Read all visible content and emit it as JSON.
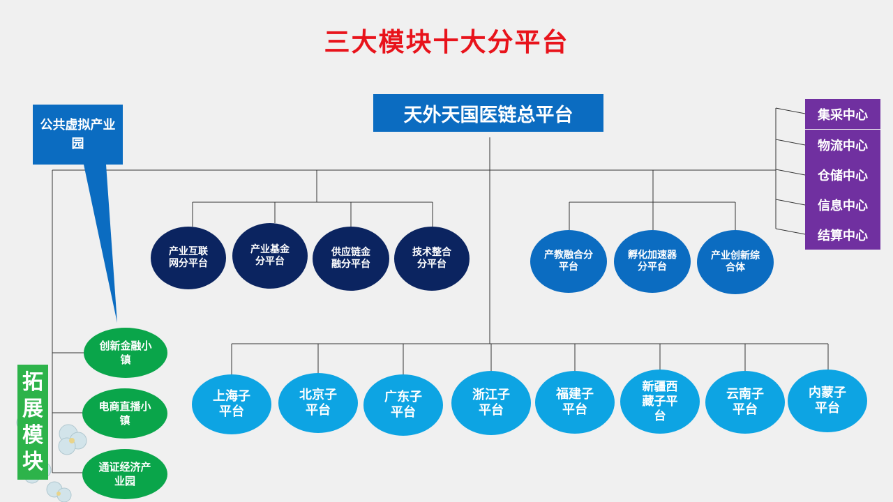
{
  "title": "三大模块十大分平台",
  "main_platform": "天外天国医链总平台",
  "public_park": "公共虚拟产业园",
  "expand_module": [
    "拓",
    "展",
    "模",
    "块"
  ],
  "centers": [
    "集采中心",
    "物流中心",
    "仓储中心",
    "信息中心",
    "结算中心"
  ],
  "sub_platforms_left": [
    "产业互联网分平台",
    "产业基金分平台",
    "供应链金融分平台",
    "技术整合分平台"
  ],
  "sub_platforms_right": [
    "产教融合分平台",
    "孵化加速器分平台",
    "产业创新综合体"
  ],
  "regional_platforms": [
    "上海子平台",
    "北京子平台",
    "广东子平台",
    "浙江子平台",
    "福建子平台",
    "新疆西藏子平台",
    "云南子平台",
    "内蒙子平台"
  ],
  "towns": [
    "创新金融小镇",
    "电商直播小镇",
    "通证经济产业园"
  ],
  "colors": {
    "title": "#e8131b",
    "main_blue": "#0b6cc1",
    "navy": "#0b2460",
    "cyan": "#0da4e3",
    "green": "#0aa54a",
    "purple": "#7030a0",
    "line": "#333333"
  }
}
